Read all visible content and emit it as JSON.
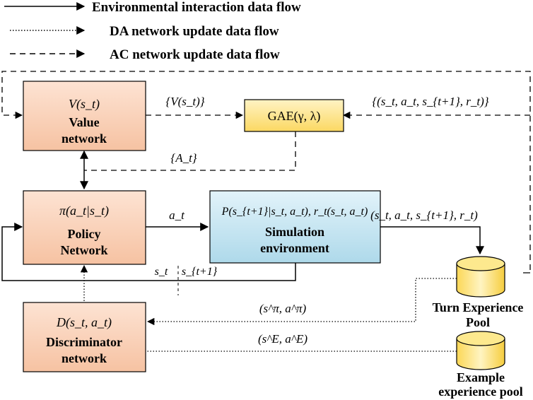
{
  "legend": [
    {
      "label": "Environmental interaction data flow",
      "style": "solid"
    },
    {
      "label": "DA network update data flow",
      "style": "dotted"
    },
    {
      "label": "AC network update data flow",
      "style": "dashed"
    }
  ],
  "nodes": {
    "value": {
      "formula": "V(s_t)",
      "title_line1": "Value",
      "title_line2": "network",
      "fill": "#f9d3bd"
    },
    "gae": {
      "formula": "GAE(γ, λ)",
      "fill": "#fde79a"
    },
    "policy": {
      "formula": "π(a_t|s_t)",
      "title_line1": "Policy",
      "title_line2": "Network",
      "fill": "#f9d3bd"
    },
    "sim": {
      "formula": "P(s_{t+1}|s_t, a_t), r_t(s_t, a_t)",
      "title_line1": "Simulation",
      "title_line2": "environment",
      "fill": "#c9e6f2"
    },
    "disc": {
      "formula": "D(s_t, a_t)",
      "title_line1": "Discriminator",
      "title_line2": "network",
      "fill": "#f9d3bd"
    },
    "turn_pool": {
      "label_line1": "Turn Experience",
      "label_line2": "Pool",
      "fill": "#fde98e"
    },
    "example_pool": {
      "label_line1": "Example",
      "label_line2": "experience pool",
      "fill": "#fde98e"
    }
  },
  "edge_labels": {
    "value_out": "{V(s_t)}",
    "advantage": "{A_t}",
    "trajectory_set": "{(s_t, a_t, s_{t+1}, r_t)}",
    "action": "a_t",
    "transition": "(s_t, a_t, s_{t+1}, r_t)",
    "state": "s_t",
    "next_state": "s_{t+1}",
    "policy_pair": "(s^π, a^π)",
    "expert_pair": "(s^E, a^E)"
  }
}
